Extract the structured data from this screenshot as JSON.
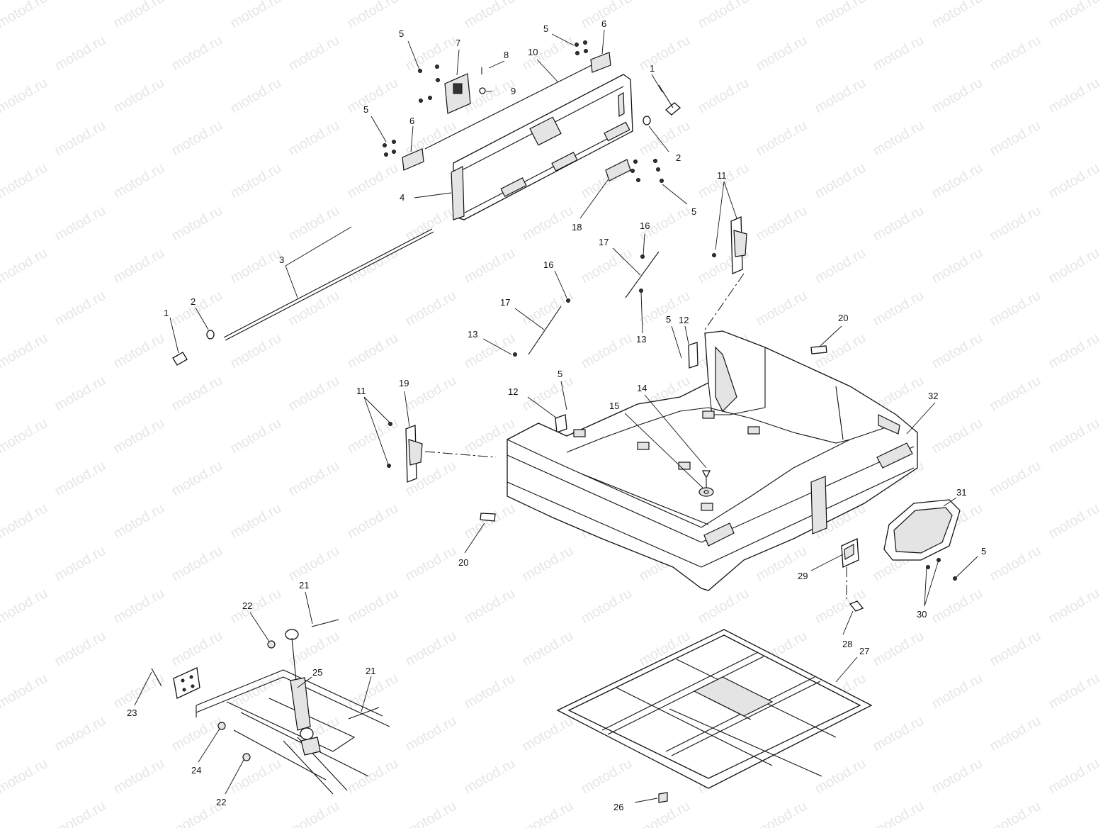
{
  "watermark": "motod.ru",
  "callouts": [
    {
      "id": "c-5-a",
      "label": "5"
    },
    {
      "id": "c-7",
      "label": "7"
    },
    {
      "id": "c-8",
      "label": "8"
    },
    {
      "id": "c-10",
      "label": "10"
    },
    {
      "id": "c-5-b",
      "label": "5"
    },
    {
      "id": "c-6-a",
      "label": "6"
    },
    {
      "id": "c-9",
      "label": "9"
    },
    {
      "id": "c-1-a",
      "label": "1"
    },
    {
      "id": "c-5-c",
      "label": "5"
    },
    {
      "id": "c-6-b",
      "label": "6"
    },
    {
      "id": "c-2-a",
      "label": "2"
    },
    {
      "id": "c-4",
      "label": "4"
    },
    {
      "id": "c-18",
      "label": "18"
    },
    {
      "id": "c-5-d",
      "label": "5"
    },
    {
      "id": "c-11-a",
      "label": "11"
    },
    {
      "id": "c-16-a",
      "label": "16"
    },
    {
      "id": "c-17-a",
      "label": "17"
    },
    {
      "id": "c-3",
      "label": "3"
    },
    {
      "id": "c-16-b",
      "label": "16"
    },
    {
      "id": "c-1-b",
      "label": "1"
    },
    {
      "id": "c-2-b",
      "label": "2"
    },
    {
      "id": "c-17-b",
      "label": "17"
    },
    {
      "id": "c-13-a",
      "label": "13"
    },
    {
      "id": "c-13-b",
      "label": "13"
    },
    {
      "id": "c-12-a",
      "label": "12"
    },
    {
      "id": "c-5-e",
      "label": "5"
    },
    {
      "id": "c-20-a",
      "label": "20"
    },
    {
      "id": "c-11-b",
      "label": "11"
    },
    {
      "id": "c-19",
      "label": "19"
    },
    {
      "id": "c-12-b",
      "label": "12"
    },
    {
      "id": "c-5-f",
      "label": "5"
    },
    {
      "id": "c-14",
      "label": "14"
    },
    {
      "id": "c-15",
      "label": "15"
    },
    {
      "id": "c-32",
      "label": "32"
    },
    {
      "id": "c-31",
      "label": "31"
    },
    {
      "id": "c-20-b",
      "label": "20"
    },
    {
      "id": "c-5-g",
      "label": "5"
    },
    {
      "id": "c-29",
      "label": "29"
    },
    {
      "id": "c-30",
      "label": "30"
    },
    {
      "id": "c-21-a",
      "label": "21"
    },
    {
      "id": "c-22-a",
      "label": "22"
    },
    {
      "id": "c-28",
      "label": "28"
    },
    {
      "id": "c-27",
      "label": "27"
    },
    {
      "id": "c-25",
      "label": "25"
    },
    {
      "id": "c-21-b",
      "label": "21"
    },
    {
      "id": "c-23",
      "label": "23"
    },
    {
      "id": "c-24",
      "label": "24"
    },
    {
      "id": "c-22-b",
      "label": "22"
    },
    {
      "id": "c-26",
      "label": "26"
    }
  ]
}
